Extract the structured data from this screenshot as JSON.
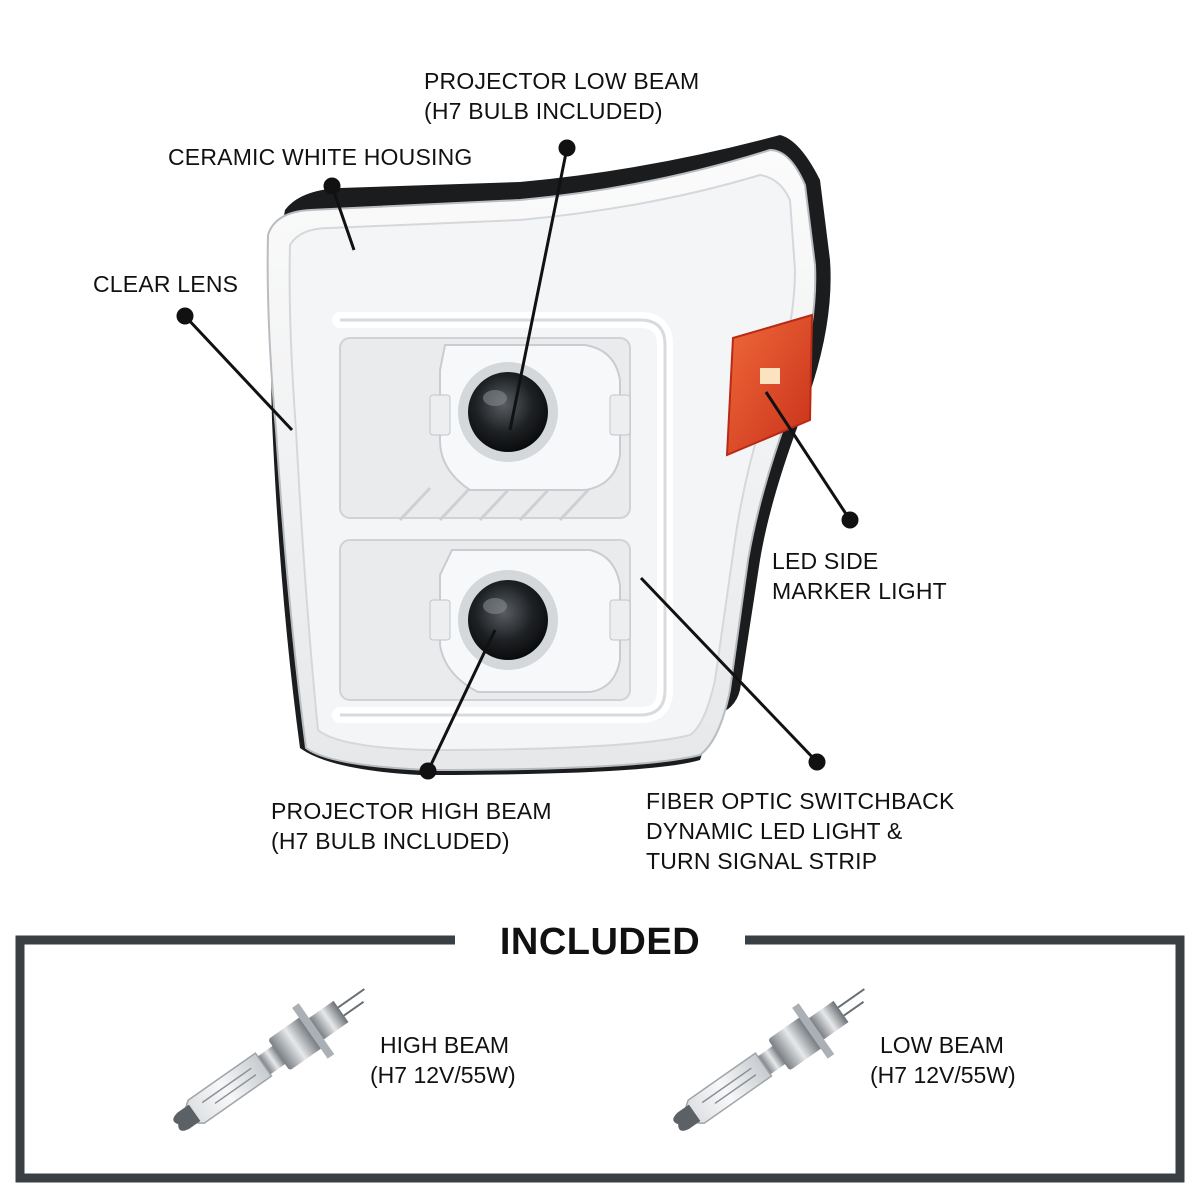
{
  "callouts": {
    "low_beam": [
      "PROJECTOR LOW BEAM",
      "(H7 BULB INCLUDED)"
    ],
    "housing": [
      "CERAMIC WHITE HOUSING"
    ],
    "lens": [
      "CLEAR LENS"
    ],
    "marker": [
      "LED SIDE",
      "MARKER LIGHT"
    ],
    "high_beam": [
      "PROJECTOR HIGH BEAM",
      "(H7 BULB INCLUDED)"
    ],
    "fiber": [
      "FIBER OPTIC SWITCHBACK",
      "DYNAMIC LED LIGHT &",
      "TURN SIGNAL STRIP"
    ]
  },
  "included": {
    "title": "INCLUDED",
    "high_bulb": [
      "HIGH BEAM",
      "(H7 12V/55W)"
    ],
    "low_bulb": [
      "LOW BEAM",
      "(H7 12V/55W)"
    ]
  },
  "colors": {
    "amber_marker": "#e0401e",
    "frame": "#3a3f44",
    "housing": "#f2f3f4"
  }
}
